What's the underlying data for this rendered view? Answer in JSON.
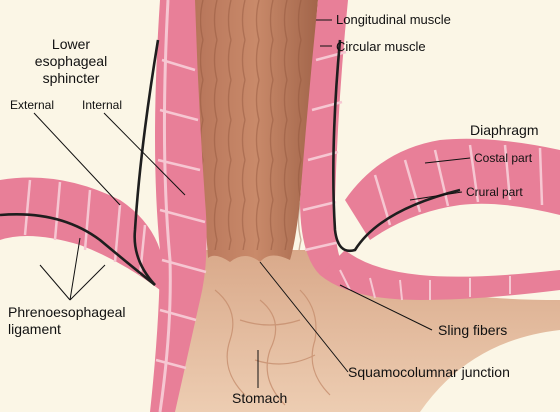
{
  "labels": {
    "lower_les_line1": "Lower",
    "lower_les_line2": "esophageal",
    "lower_les_line3": "sphincter",
    "external": "External",
    "internal": "Internal",
    "longitudinal_muscle": "Longitudinal muscle",
    "circular_muscle": "Circular muscle",
    "diaphragm": "Diaphragm",
    "costal_part": "Costal part",
    "crural_part": "Crural part",
    "phreno_line1": "Phrenoesophageal",
    "phreno_line2": "ligament",
    "sling_fibers": "Sling fibers",
    "squamocolumnar_junction": "Squamocolumnar junction",
    "stomach": "Stomach"
  },
  "colors": {
    "background": "#fbf6e6",
    "muscle_pink": "#e87f98",
    "muscle_light": "#f3b5c3",
    "lumen_brown": "#c98a6a",
    "lumen_dark": "#9a5a3f",
    "stomach_tan": "#e2b99a",
    "ligament_dark": "#1e1e1e",
    "leader_line": "#ffffff"
  }
}
